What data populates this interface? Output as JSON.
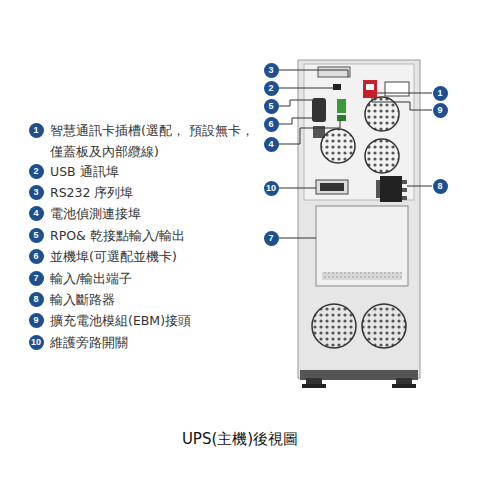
{
  "diagram": {
    "caption": "UPS(主機)後視圖",
    "labels": [
      "1",
      "智慧通訊卡插槽(選配， 預設無卡，僅蓋板及內部纜線)",
      "2",
      "USB 通訊埠",
      "3",
      "RS232 序列埠",
      "4",
      "電池偵測連接埠",
      "5",
      "RPO& 乾接點輸入/輸出",
      "6",
      "並機埠(可選配並機卡)",
      "7",
      "輸入/輸出端子",
      "8",
      "輸入斷路器",
      "9",
      "擴充電池模組(EBM)接頭",
      "10",
      "維護旁路開關",
      "3",
      "2",
      "5",
      "6",
      "4",
      "10",
      "7",
      "1",
      "9",
      "8"
    ]
  }
}
